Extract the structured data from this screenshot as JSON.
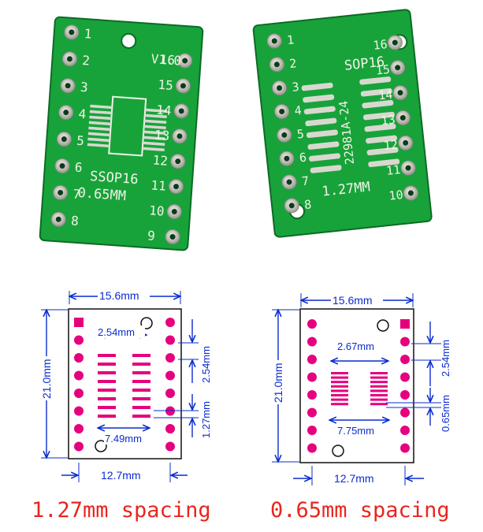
{
  "colors": {
    "pcb_green": "#17a33a",
    "pcb_dark": "#0d6b26",
    "silkscreen": "#f2f2e6",
    "pad_silver": "#d8d8d0",
    "diagram_pad": "#e6007e",
    "dimension_blue": "#0a2ccf",
    "caption_red": "#e8261e"
  },
  "boards": {
    "left": {
      "version": "V1.0",
      "name": "SSOP16",
      "pitch": "0.65MM",
      "pins_left": [
        "1",
        "2",
        "3",
        "4",
        "5",
        "6",
        "7",
        "8"
      ],
      "pins_right": [
        "16",
        "15",
        "14",
        "13",
        "12",
        "11",
        "10",
        "9"
      ]
    },
    "right": {
      "name": "SOP16",
      "part_code": "22981A-24",
      "pitch": "1.27MM",
      "pins_left": [
        "1",
        "2",
        "3",
        "4",
        "5",
        "6",
        "7",
        "8"
      ],
      "pins_right": [
        "16",
        "15",
        "14",
        "13",
        "12",
        "11",
        "10"
      ]
    }
  },
  "diagrams": {
    "left": {
      "width": "15.6mm",
      "height": "21.0mm",
      "row_spacing": "2.54mm",
      "row_spacing_side": "2.54mm",
      "pad_pitch": "1.27mm",
      "pad_span": "7.49mm",
      "bottom_width": "12.7mm"
    },
    "right": {
      "width": "15.6mm",
      "height": "21.0mm",
      "row_spacing": "2.67mm",
      "row_spacing_side": "2.54mm",
      "pad_pitch": "0.65mm",
      "pad_span": "7.75mm",
      "bottom_width": "12.7mm"
    }
  },
  "captions": {
    "left": "1.27mm spacing",
    "right": "0.65mm spacing"
  }
}
